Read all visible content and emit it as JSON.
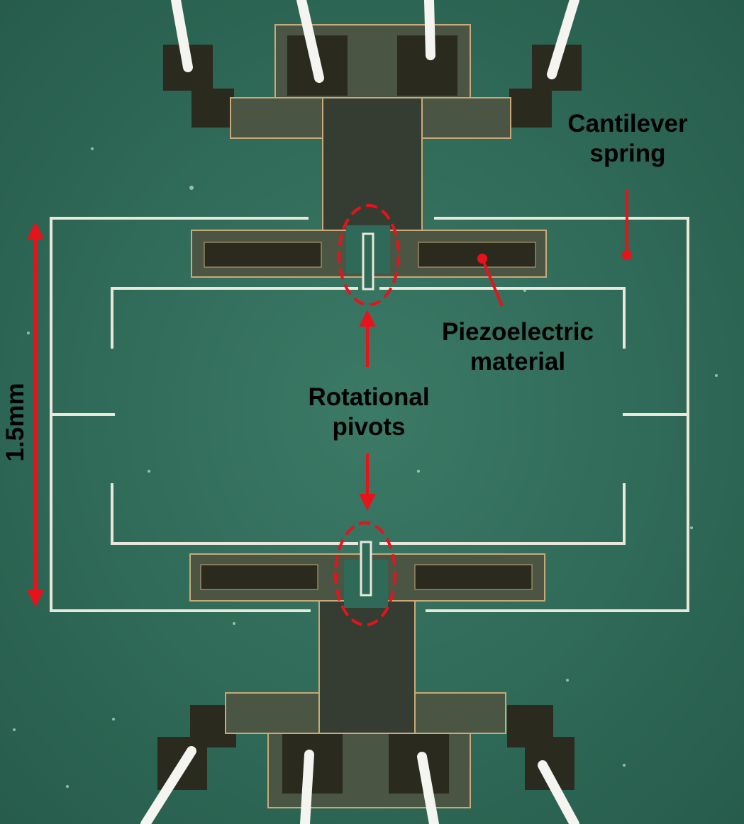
{
  "labels": {
    "cantilever_line1": "Cantilever",
    "cantilever_line2": "spring",
    "piezo_line1": "Piezoelectric",
    "piezo_line2": "material",
    "pivots_line1": "Rotational",
    "pivots_line2": "pivots",
    "scale": "1.5mm"
  },
  "colors": {
    "substrate": "#2f6a58",
    "annotation_red": "#e8121b",
    "pad_dark": "#2a2a1e",
    "electrode": "#3f4a3a",
    "gold_edge": "#c8a977",
    "spring_outline": "#e9e6da",
    "wire": "#f4f4f0"
  }
}
